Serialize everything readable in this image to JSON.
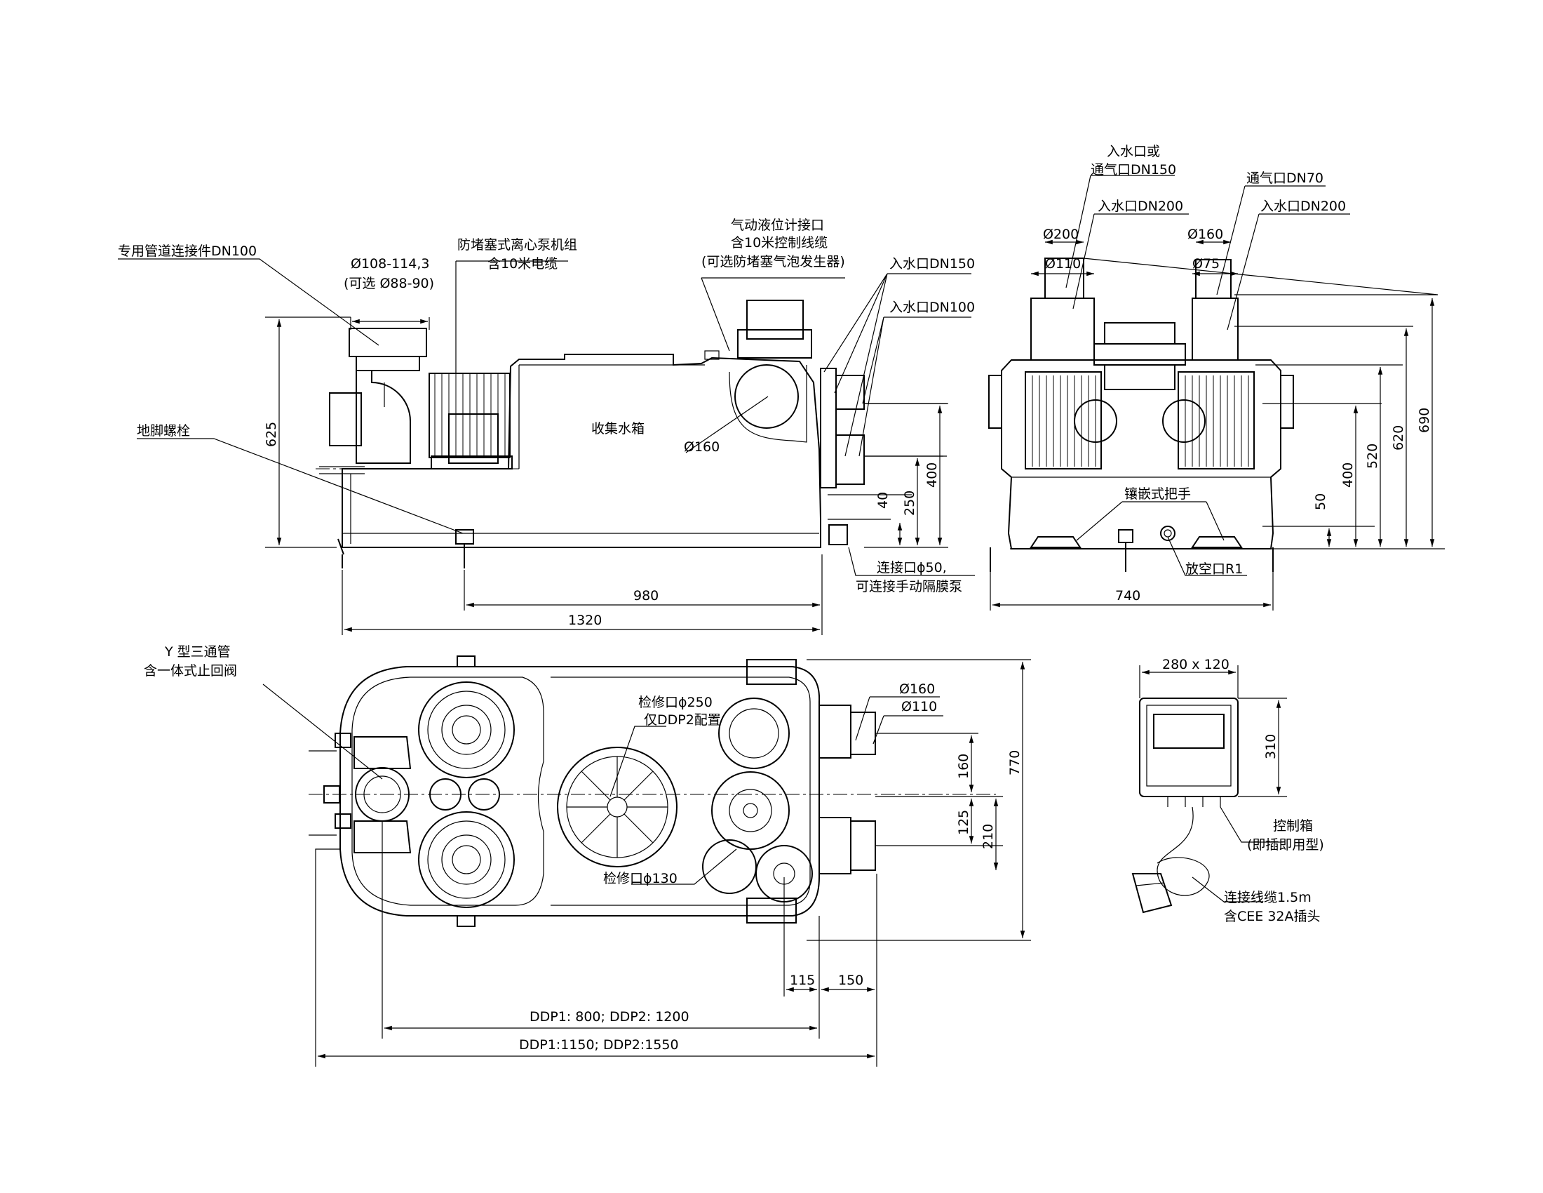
{
  "side_view": {
    "label_connector": "专用管道连接件DN100",
    "label_flange_dia": "Ø108-114,3",
    "label_flange_opt": "(可选 Ø88-90)",
    "label_pump_1": "防堵塞式离心泵机组",
    "label_pump_2": "含10米电缆",
    "label_level_1": "气动液位计接口",
    "label_level_2": "含10米控制线缆",
    "label_level_3": "(可选防堵塞气泡发生器)",
    "label_inlet_150": "入水口DN150",
    "label_inlet_100": "入水口DN100",
    "label_tank": "收集水箱",
    "label_bolt": "地脚螺栓",
    "label_d160": "Ø160",
    "label_conn50_1": "连接口ϕ50,",
    "label_conn50_2": "可连接手动隔膜泵",
    "dim_625": "625",
    "dim_400": "400",
    "dim_250": "250",
    "dim_40": "40",
    "dim_980": "980",
    "dim_1320": "1320"
  },
  "front_view": {
    "label_inlet_or_vent_1": "入水口或",
    "label_inlet_or_vent_2": "通气口DN150",
    "label_inlet_200_a": "入水口DN200",
    "label_vent_70": "通气口DN70",
    "label_inlet_200_b": "入水口DN200",
    "dim_d200": "Ø200",
    "dim_d110": "Ø110",
    "dim_d160": "Ø160",
    "dim_d75": "Ø75",
    "label_handle": "镶嵌式把手",
    "label_drain": "放空口R1",
    "dim_50": "50",
    "dim_400": "400",
    "dim_520": "520",
    "dim_620": "620",
    "dim_690": "690",
    "dim_740": "740"
  },
  "top_view": {
    "label_ytee_1": "Y 型三通管",
    "label_ytee_2": "含一体式止回阀",
    "label_insp250_1": "检修口ϕ250",
    "label_insp250_2": "仅DDP2配置",
    "label_insp130": "检修口ϕ130",
    "dim_d160": "Ø160",
    "dim_d110": "Ø110",
    "dim_160": "160",
    "dim_125": "125",
    "dim_210": "210",
    "dim_770": "770",
    "dim_115": "115",
    "dim_150": "150",
    "dim_len_inner": "DDP1: 800; DDP2: 1200",
    "dim_len_outer": "DDP1:1150; DDP2:1550"
  },
  "control_box": {
    "dim_size": "280 x 120",
    "dim_310": "310",
    "label_box_1": "控制箱",
    "label_box_2": "(即插即用型)",
    "label_cable_1": "连接线缆1.5m",
    "label_cable_2": "含CEE 32A插头"
  }
}
